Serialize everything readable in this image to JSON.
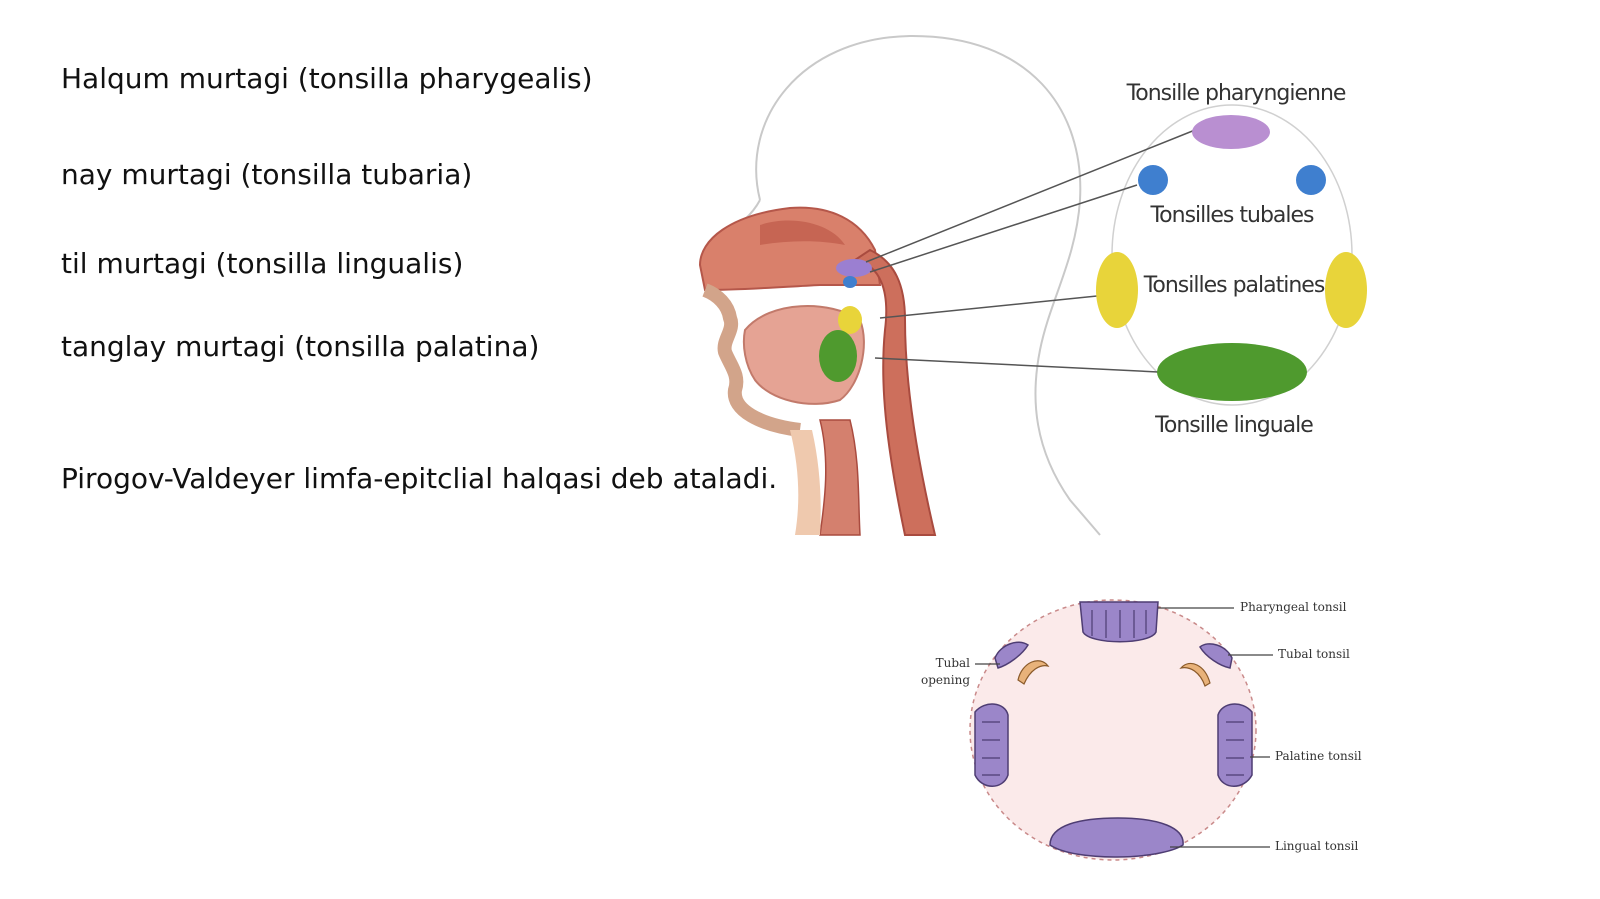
{
  "slide": {
    "lines": [
      "Halqum murtagi (tonsilla pharygealis)",
      "nay murtagi (tonsilla tubaria)",
      "til murtagi (tonsilla lingualis)",
      "tanglay murtagi (tonsilla palatina)",
      "Pirogov-Valdeyer limfa-epitclial halqasi deb ataladi."
    ]
  },
  "top_diagram": {
    "labels": {
      "pharyngeal": "Tonsille pharyngienne",
      "tubal": "Tonsilles tubales",
      "palatine": "Tonsilles palatines",
      "lingual": "Tonsille linguale"
    },
    "colors": {
      "pharyngeal": "#b98fd1",
      "tubal": "#3f7fcf",
      "palatine": "#e8d43a",
      "lingual": "#4f9a2e",
      "tissue": "#c96a55"
    }
  },
  "bottom_diagram": {
    "labels": {
      "pharyngeal": "Pharyngeal tonsil",
      "tubal": "Tubal tonsil",
      "tubal_opening_1": "Tubal",
      "tubal_opening_2": "opening",
      "palatine": "Palatine tonsil",
      "lingual": "Lingual tonsil"
    },
    "colors": {
      "ring_fill": "#fbeaea",
      "tonsil": "#9b86c9"
    }
  }
}
